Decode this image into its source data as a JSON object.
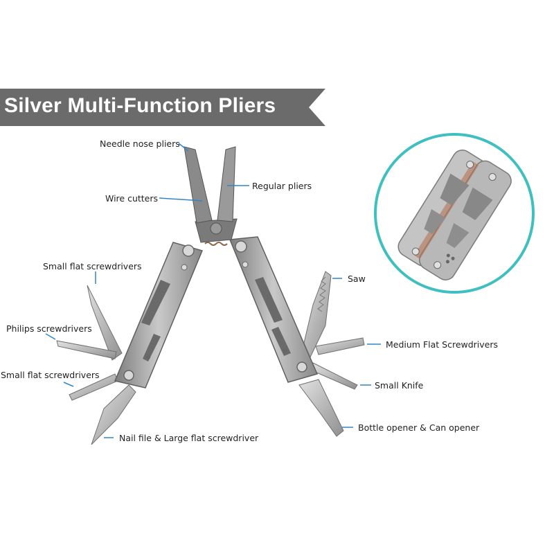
{
  "banner": {
    "title": "Silver Multi-Function Pliers",
    "background": "#6b6b6b",
    "text_color": "#ffffff"
  },
  "labels": {
    "needle_nose_pliers": "Needle nose pliers",
    "regular_pliers": "Regular pliers",
    "wire_cutters": "Wire cutters",
    "small_flat_screwdrivers_top": "Small flat screwdrivers",
    "philips_screwdrivers": "Philips screwdrivers",
    "small_flat_screwdrivers_bottom": "Small flat screwdrivers",
    "nail_file": "Nail file & Large flat screwdriver",
    "saw": "Saw",
    "medium_flat_screwdrivers": "Medium Flat Screwdrivers",
    "small_knife": "Small Knife",
    "bottle_opener": "Bottle opener & Can opener"
  },
  "colors": {
    "leader_line": "#2f86c8",
    "inset_ring": "#3fbfbf",
    "steel": "#a8a8a8"
  }
}
